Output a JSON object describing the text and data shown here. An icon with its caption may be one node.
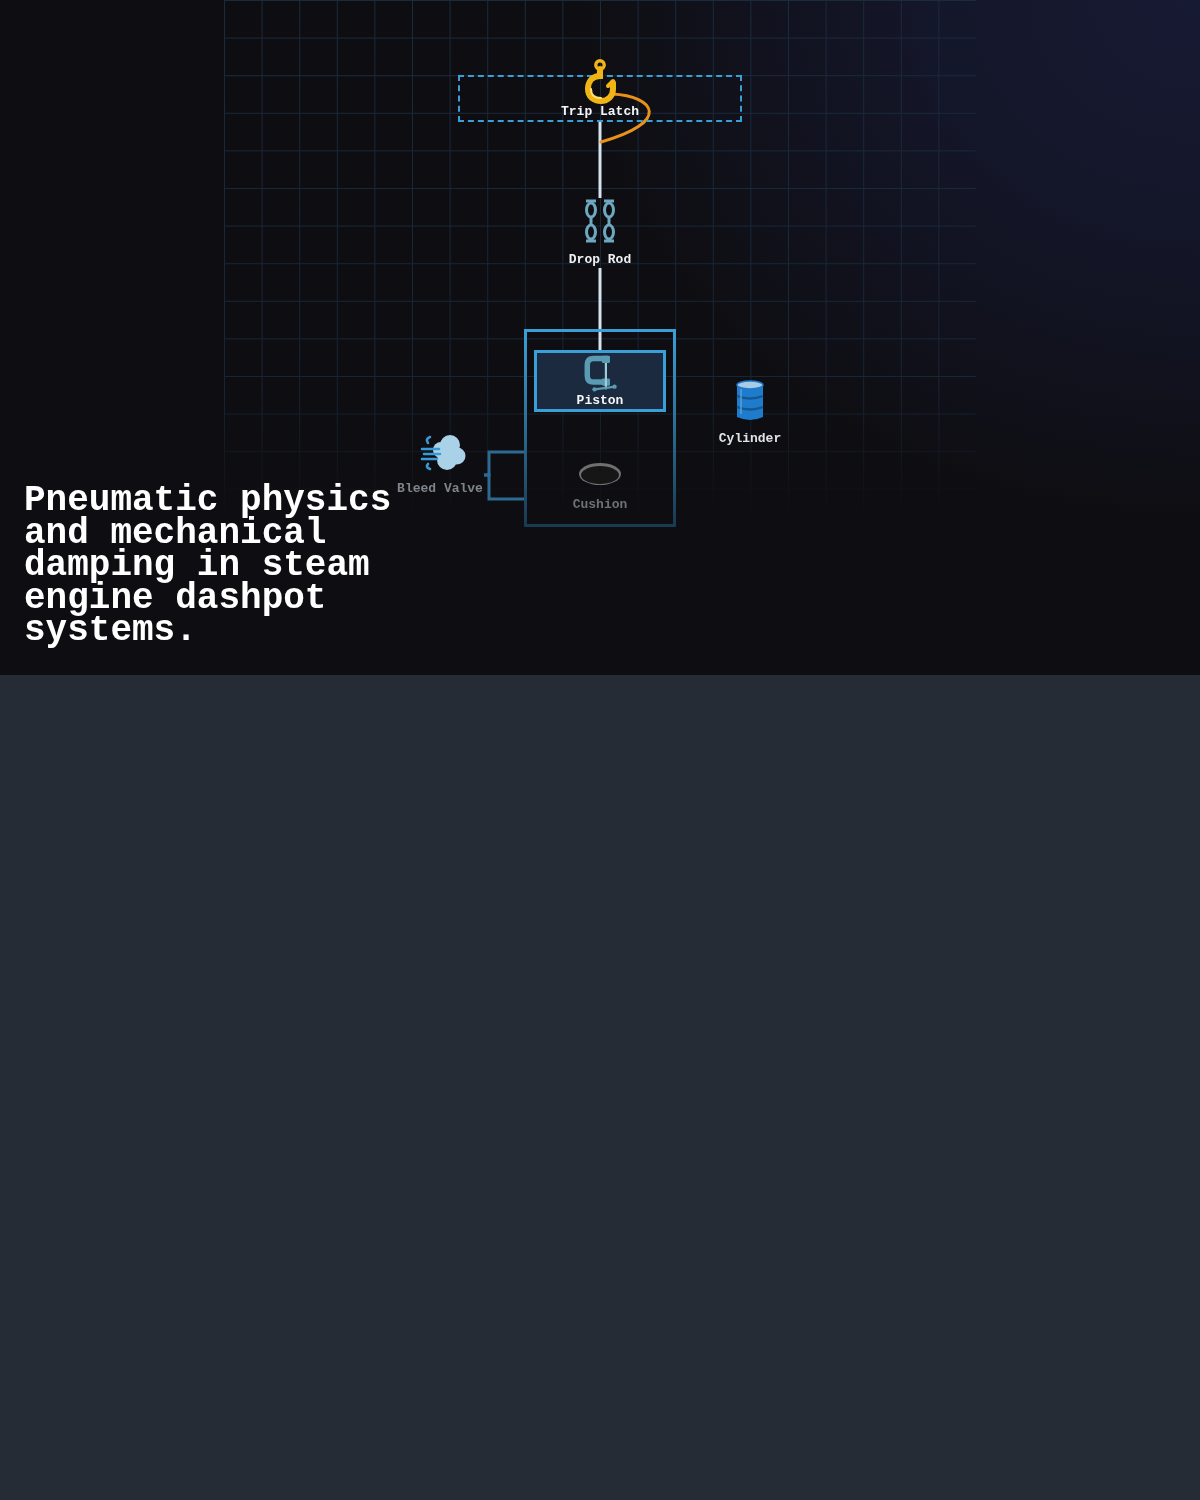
{
  "diagram": {
    "title": "Pneumatic physics and mechanical damping in steam engine dashpot systems.",
    "nodes": [
      {
        "text": [
          "Trip Latch"
        ]
      },
      {
        "text": [
          "Drop Rod"
        ]
      },
      {
        "text": [],
        "shape": "box"
      },
      {
        "text": [
          "Piston"
        ],
        "in": 2
      },
      {
        "text": [
          "Cylinder"
        ]
      },
      {
        "text": [
          "Bleed Valve"
        ]
      },
      {
        "text": [
          "Cushion"
        ],
        "in": 2
      }
    ],
    "edges": [
      {
        "from": 0,
        "to": 1,
        "arrow": "none",
        "color": "#d5e3ee"
      },
      {
        "from": 1,
        "to": 3,
        "arrow": "none",
        "color": "#d5e3ee"
      },
      {
        "from": 5,
        "to": 2,
        "arrow": "none",
        "color": "#2c6a91"
      },
      {
        "from": 5,
        "to": 2,
        "arrow": "none",
        "color": "#2c6a91"
      }
    ]
  }
}
